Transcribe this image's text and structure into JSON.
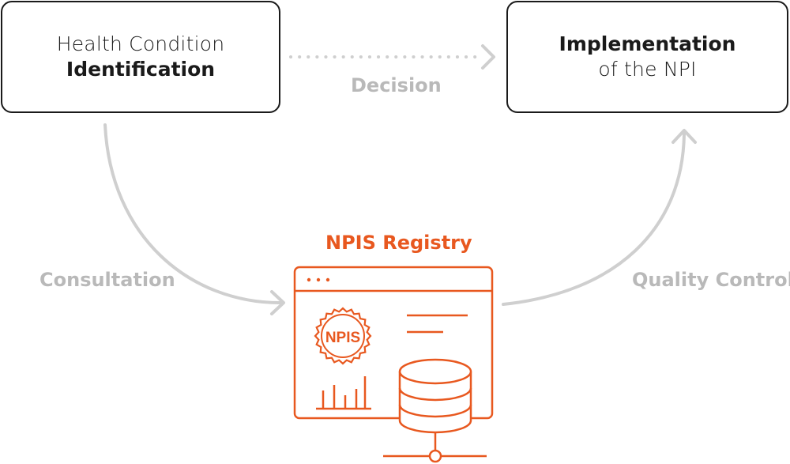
{
  "nodes": {
    "condition": {
      "line1": "Health Condition",
      "line2": "Identification"
    },
    "implementation": {
      "line1": "Implementation",
      "line2": "of the NPI"
    },
    "registry": {
      "title": "NPIS Registry",
      "badge_text": "NPIS"
    }
  },
  "edges": {
    "decision": "Decision",
    "consultation": "Consultation",
    "quality_control": "Quality Control"
  },
  "colors": {
    "box_border": "#1a1a1a",
    "arrow_gray": "#cfcfcf",
    "label_gray": "#b9b9b9",
    "accent_orange": "#e8581f"
  }
}
